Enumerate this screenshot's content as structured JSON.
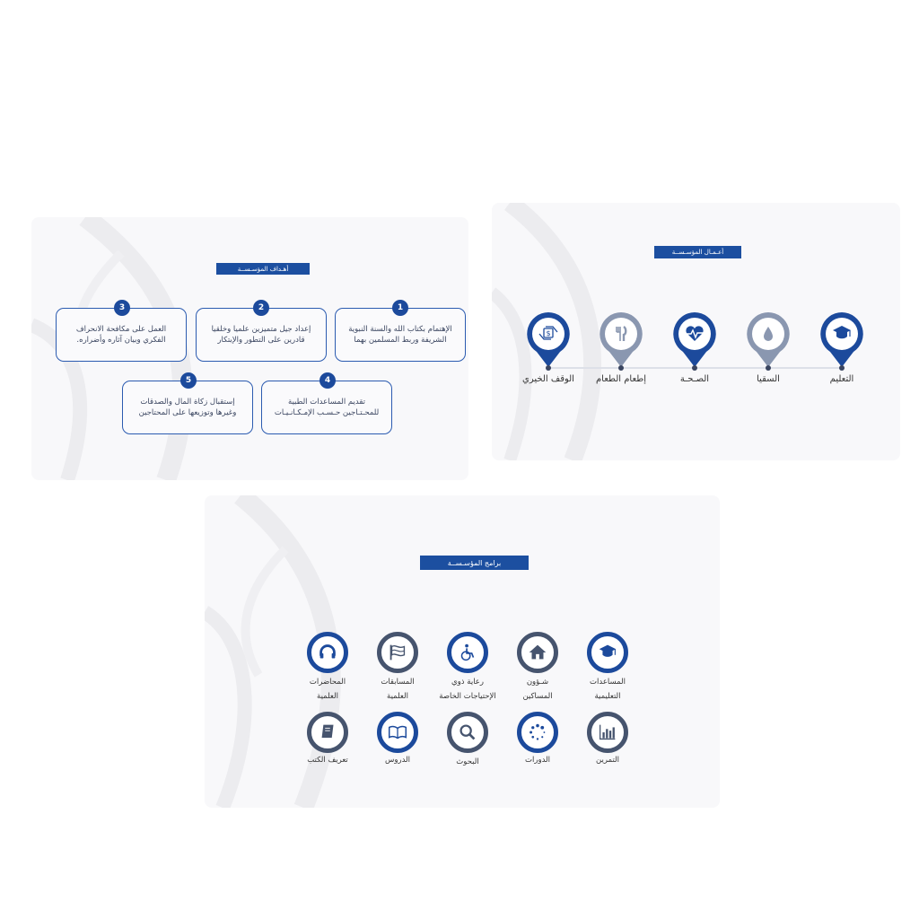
{
  "goals_slide": {
    "title": "أهـداف المؤسـســة",
    "goals": [
      {
        "number": "1",
        "text": "الإهتمام بكتاب الله والسنة النبوية الشريفة وربط المسلمين بهما"
      },
      {
        "number": "2",
        "text": "إعداد جيل متميزين علميا وخلقيا قادرين على التطور والإبتكار"
      },
      {
        "number": "3",
        "text": "العمل على مكافحة الانحراف الفكري وبيان آثاره وأضراره."
      },
      {
        "number": "4",
        "text": "تقديم المساعدات الطبية للمحـتـاجين حـسـب الإمـكـانـيـات"
      },
      {
        "number": "5",
        "text": "إستقبال زكاة المال والصدقات وغيرها وتوزيعها على المحتاجين"
      }
    ]
  },
  "works_slide": {
    "title": "أعـمـال المؤسـســة",
    "items": [
      {
        "label": "التعليم",
        "icon": "graduation-cap-icon",
        "color": "#1c4a9c"
      },
      {
        "label": "السقيا",
        "icon": "water-drop-icon",
        "color": "#8a97b0"
      },
      {
        "label": "الصـحـة",
        "icon": "heart-pulse-icon",
        "color": "#1c4a9c"
      },
      {
        "label": "إطعام الطعام",
        "icon": "fork-knife-icon",
        "color": "#8a97b0"
      },
      {
        "label": "الوقف الخيري",
        "icon": "money-hands-icon",
        "color": "#1c4a9c"
      }
    ]
  },
  "programs_slide": {
    "title": "برامج المؤسـســة",
    "row1": [
      {
        "line1": "المساعدات",
        "line2": "التعليمية",
        "icon": "graduation-cap-icon"
      },
      {
        "line1": "شـؤون",
        "line2": "المساكين",
        "icon": "house-icon"
      },
      {
        "line1": "رعاية ذوي",
        "line2": "الإحتياجات الخاصة",
        "icon": "wheelchair-icon"
      },
      {
        "line1": "المسابقات",
        "line2": "العلمية",
        "icon": "flag-icon"
      },
      {
        "line1": "المحاضرات",
        "line2": "العلمية",
        "icon": "headphones-icon"
      }
    ],
    "row2": [
      {
        "label": "التمرين",
        "icon": "bar-chart-icon"
      },
      {
        "label": "الدورات",
        "icon": "loading-dots-icon"
      },
      {
        "label": "البحوث",
        "icon": "search-icon"
      },
      {
        "label": "الدروس",
        "icon": "open-book-icon"
      },
      {
        "label": "تعريف الكتب",
        "icon": "book-icon"
      }
    ]
  }
}
